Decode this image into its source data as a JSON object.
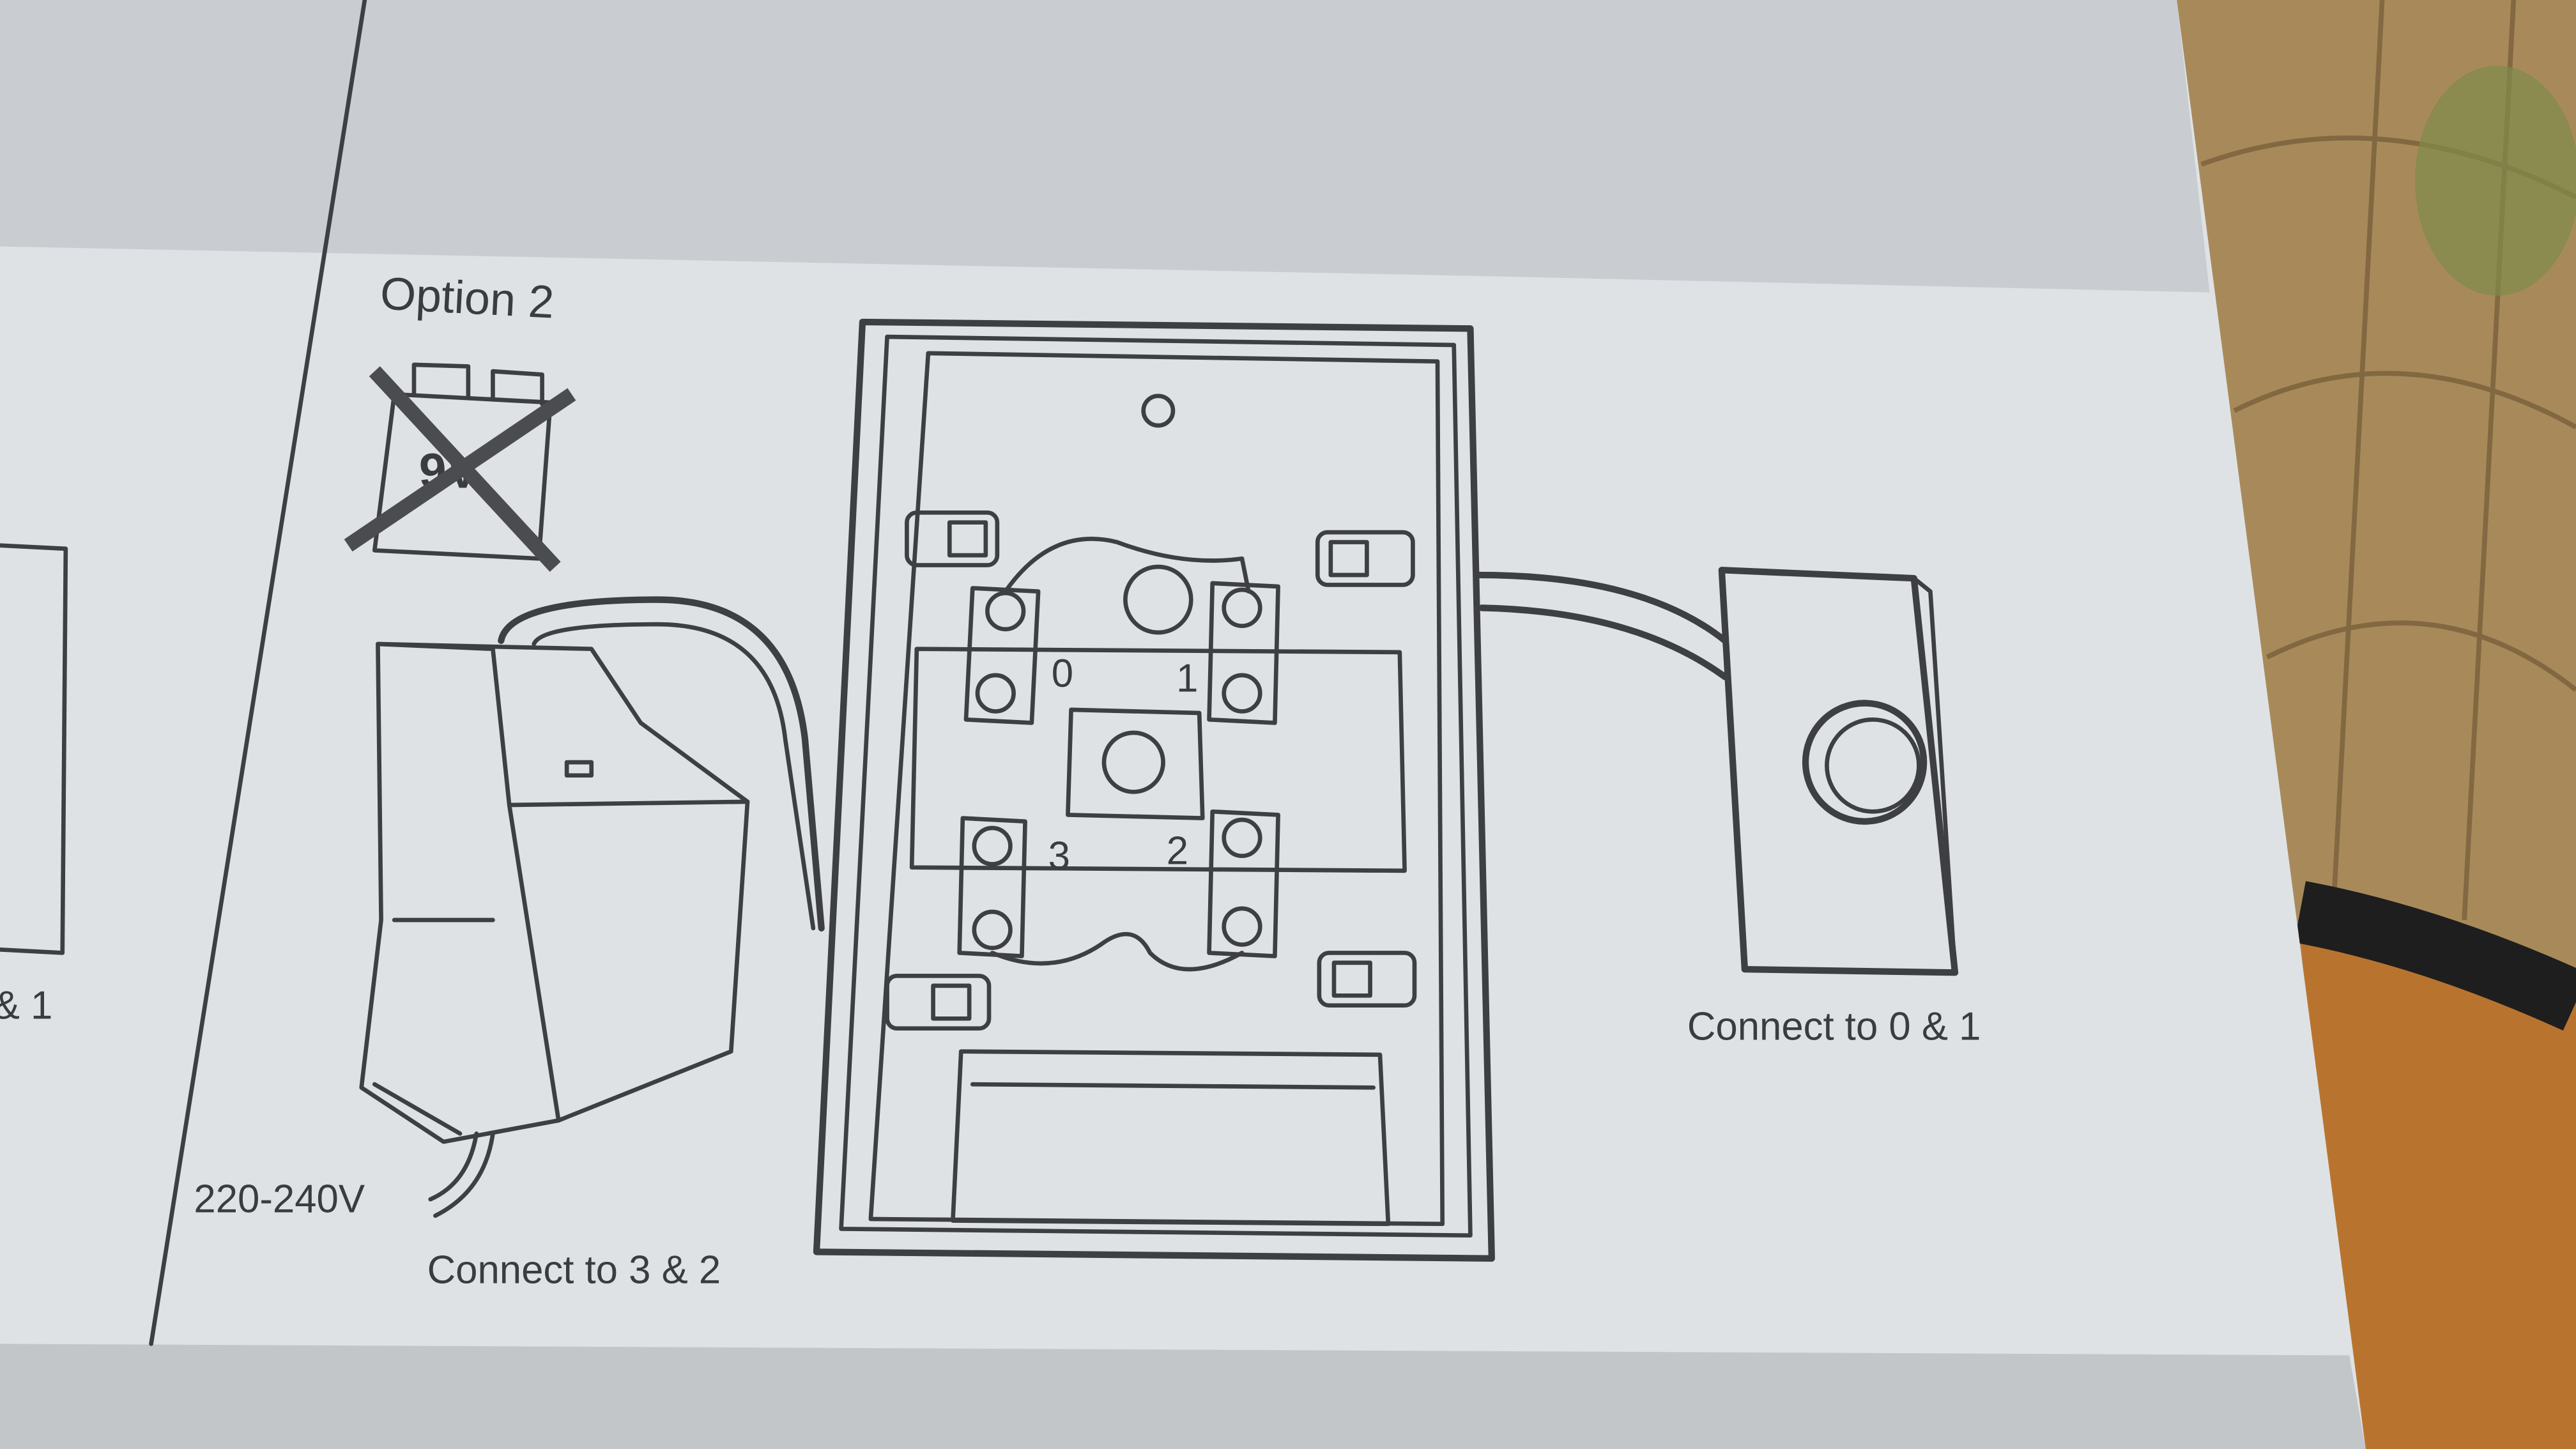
{
  "diagram": {
    "option_heading": "Option 2",
    "battery_icon_label": "9V",
    "terminals": {
      "t0": "0",
      "t1": "1",
      "t2": "2",
      "t3": "3"
    },
    "push_button_caption": "Connect to 0 & 1",
    "transformer_voltage": "220-240V",
    "transformer_caption": "Connect to 3 & 2",
    "previous_panel_caption_fragment": "& 1"
  },
  "colors": {
    "paper": "#dfe2e5",
    "paper_shadow": "#c3c6c9",
    "ink": "#3d3f42",
    "rug": "#a88a5a",
    "wood": "#b8742e"
  }
}
